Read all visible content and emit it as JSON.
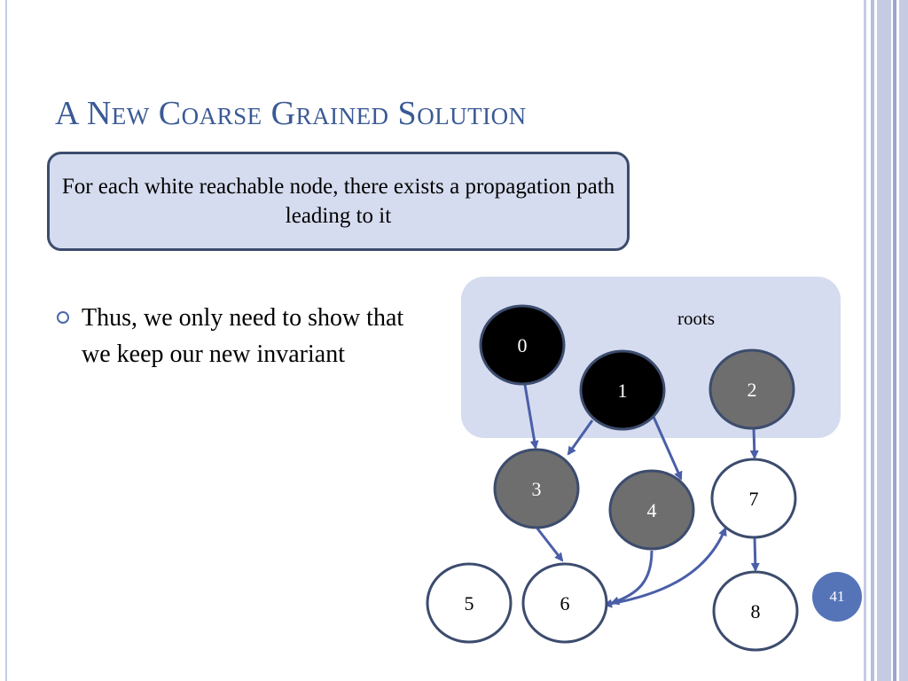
{
  "slide": {
    "title": "A New Coarse Grained Solution",
    "callout": "For each white reachable node, there exists a propagation path leading to it",
    "bullets": [
      "Thus, we only need to show that we keep our new invariant"
    ],
    "page_number": "41"
  },
  "diagram": {
    "roots_label": "roots",
    "nodes": [
      {
        "id": "0",
        "label": "0",
        "color": "black"
      },
      {
        "id": "1",
        "label": "1",
        "color": "black"
      },
      {
        "id": "2",
        "label": "2",
        "color": "gray"
      },
      {
        "id": "3",
        "label": "3",
        "color": "gray"
      },
      {
        "id": "4",
        "label": "4",
        "color": "gray"
      },
      {
        "id": "5",
        "label": "5",
        "color": "white"
      },
      {
        "id": "6",
        "label": "6",
        "color": "white"
      },
      {
        "id": "7",
        "label": "7",
        "color": "white"
      },
      {
        "id": "8",
        "label": "8",
        "color": "white"
      }
    ],
    "edges": [
      {
        "from": "0",
        "to": "3"
      },
      {
        "from": "1",
        "to": "3"
      },
      {
        "from": "1",
        "to": "4"
      },
      {
        "from": "2",
        "to": "7"
      },
      {
        "from": "3",
        "to": "6"
      },
      {
        "from": "4",
        "to": "6"
      },
      {
        "from": "6",
        "to": "7"
      },
      {
        "from": "7",
        "to": "8"
      }
    ],
    "colors": {
      "black": "#000000",
      "gray": "#6e6e6e",
      "white": "#ffffff",
      "edge": "#4a5fa8",
      "node_border": "#3c4c6e",
      "roots_panel": "#d6dcef"
    }
  }
}
